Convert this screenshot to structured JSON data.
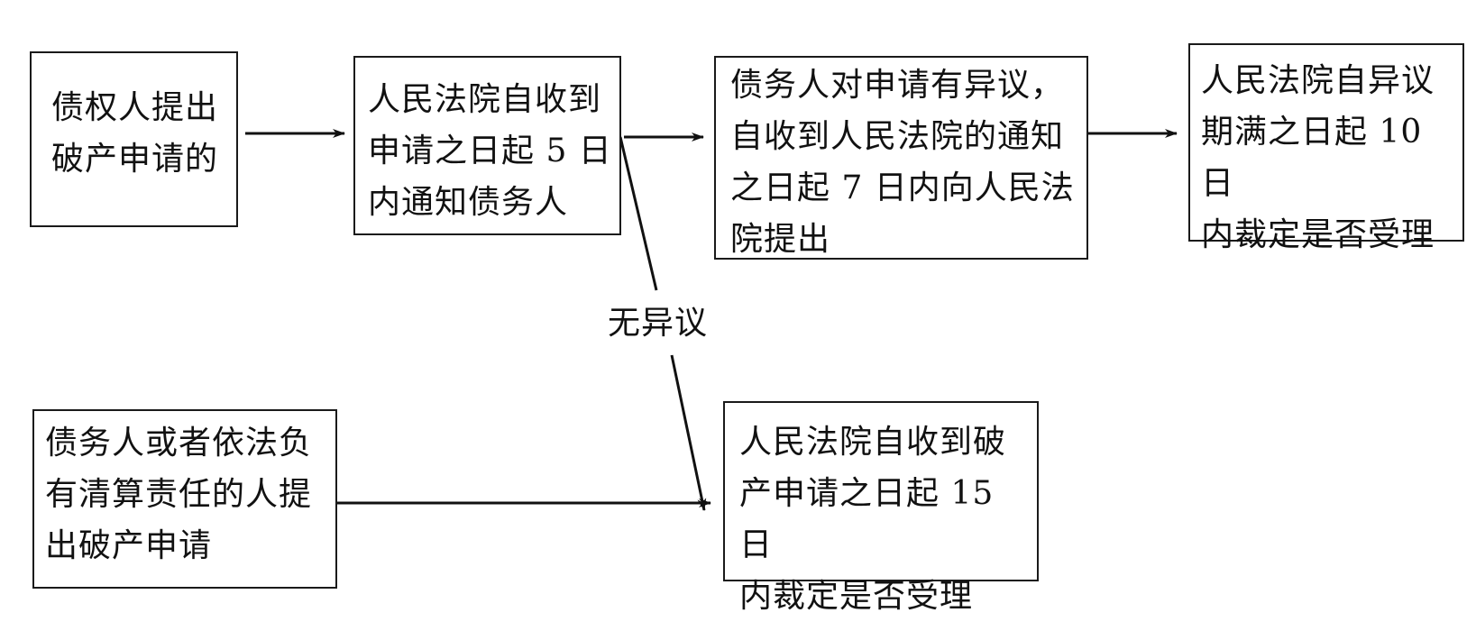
{
  "nodes": {
    "creditor_application": "债权人提出\n破产申请的",
    "notify_debtor": "人民法院自收到\n申请之日起 5 日\n内通知债务人",
    "debtor_objection": "债务人对申请有异议，\n自收到人民法院的通知\n之日起 7 日内向人民法\n院提出",
    "ruling_after_objection": "人民法院自异议\n期满之日起 10 日\n内裁定是否受理",
    "debtor_application": "债务人或者依法负\n有清算责任的人提\n出破产申请",
    "ruling_15_days": "人民法院自收到破\n产申请之日起 15 日\n内裁定是否受理"
  },
  "edges": {
    "no_objection_label": "无异议"
  }
}
